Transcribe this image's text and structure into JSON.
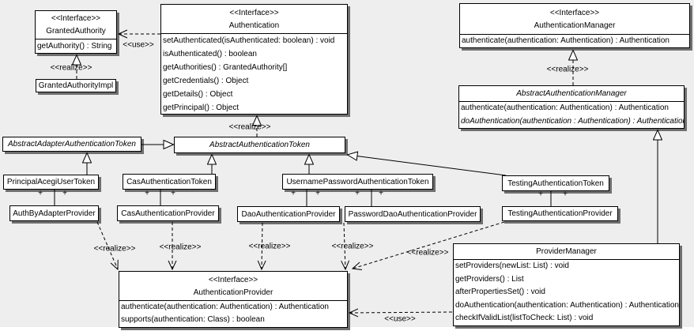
{
  "edge_labels": {
    "realize": "<<realize>>",
    "use": "<<use>>",
    "plus": "+"
  },
  "classes": {
    "granted_authority": {
      "stereotype": "<<Interface>>",
      "name": "GrantedAuthority",
      "methods": [
        "getAuthority() : String"
      ]
    },
    "granted_authority_impl": {
      "name": "GrantedAuthorityImpl"
    },
    "authentication": {
      "stereotype": "<<Interface>>",
      "name": "Authentication",
      "methods": [
        "setAuthenticated(isAuthenticated: boolean) : void",
        "isAuthenticated() : boolean",
        "getAuthorities() : GrantedAuthority[]",
        "getCredentials() : Object",
        "getDetails() : Object",
        "getPrincipal() : Object"
      ]
    },
    "authentication_manager": {
      "stereotype": "<<Interface>>",
      "name": "AuthenticationManager",
      "methods": [
        "authenticate(authentication: Authentication) : Authentication"
      ]
    },
    "abstract_authentication_manager": {
      "name": "AbstractAuthenticationManager",
      "methods": [
        "authenticate(authentication: Authentication) : Authentication",
        "doAuthentication(authentication : Authentication) : Authentication"
      ]
    },
    "abstract_adapter_authentication_token": {
      "name": "AbstractAdapterAuthenticationToken"
    },
    "abstract_authentication_token": {
      "name": "AbstractAuthenticationToken"
    },
    "principal_acegi_user_token": {
      "name": "PrincipalAcegiUserToken"
    },
    "cas_authentication_token": {
      "name": "CasAuthenticationToken"
    },
    "username_password_authentication_token": {
      "name": "UsernamePasswordAuthenticationToken"
    },
    "testing_authentication_token": {
      "name": "TestingAuthenticationToken"
    },
    "auth_by_adapter_provider": {
      "name": "AuthByAdapterProvider"
    },
    "cas_authentication_provider": {
      "name": "CasAuthenticationProvider"
    },
    "dao_authentication_provider": {
      "name": "DaoAuthenticationProvider"
    },
    "password_dao_authentication_provider": {
      "name": "PasswordDaoAuthenticationProvider"
    },
    "testing_authentication_provider": {
      "name": "TestingAuthenticationProvider"
    },
    "authentication_provider": {
      "stereotype": "<<Interface>>",
      "name": "AuthenticationProvider",
      "methods": [
        "authenticate(authentication: Authentication) : Authentication",
        "supports(authentication: Class) : boolean"
      ]
    },
    "provider_manager": {
      "name": "ProviderManager",
      "methods": [
        "setProviders(newList: List) : void",
        "getProviders() : List",
        "afterPropertiesSet() : void",
        "doAuthentication(authentication: Authentication) : Authentication",
        "checkIfValidList(listToCheck: List) : void"
      ]
    }
  },
  "colors": {
    "background": "#eeeeee",
    "box_fill": "#ffffff",
    "line": "#000000",
    "shadow": "#6f6f6f"
  }
}
